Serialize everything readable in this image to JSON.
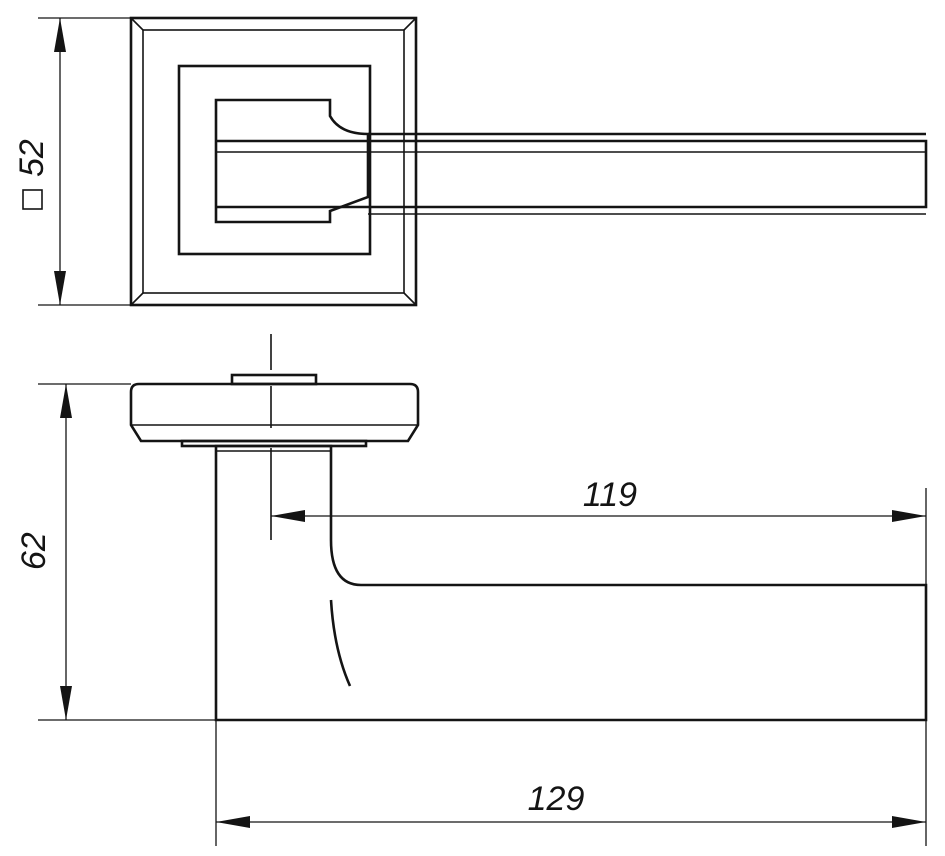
{
  "dimensions": {
    "rose_size": "52",
    "total_height": "62",
    "lever_reach": "119",
    "total_length": "129"
  },
  "colors": {
    "line": "#141414",
    "background": "#ffffff"
  }
}
